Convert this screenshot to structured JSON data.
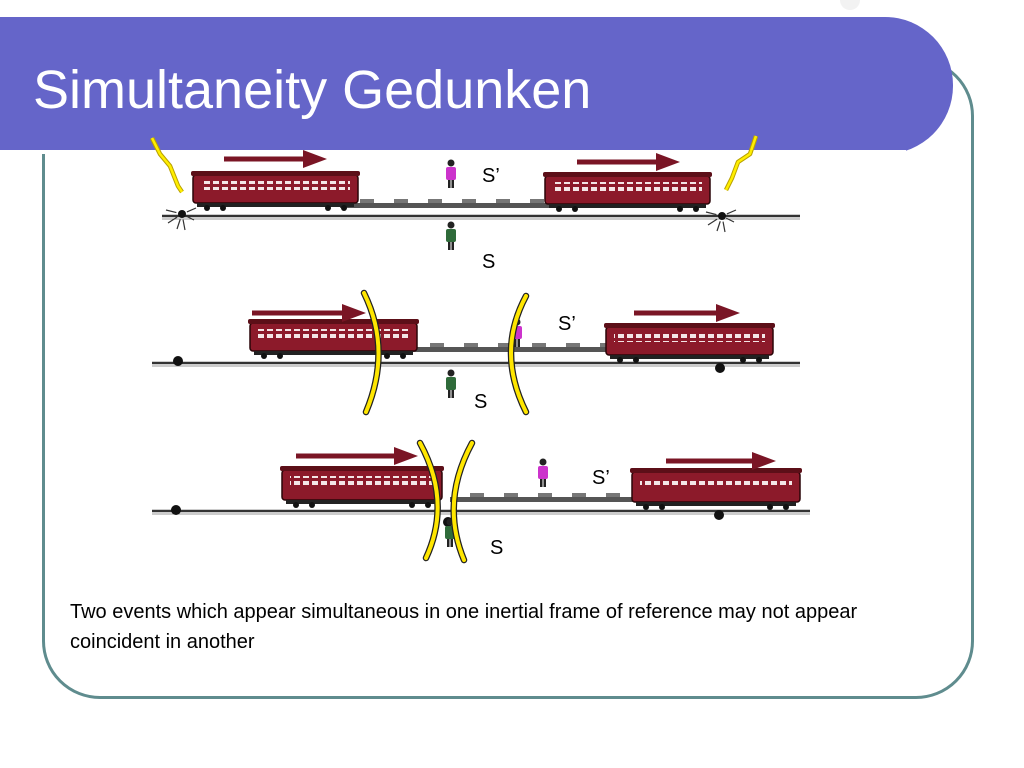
{
  "slide": {
    "title": "Simultaneity Gedunken",
    "caption": "Two events which appear simultaneous in one inertial frame of reference may not appear coincident in another"
  },
  "diagram": {
    "frame_labels": {
      "moving": "S’",
      "rest": "S"
    },
    "panels": [
      {
        "stage": "lightning strikes both ends",
        "moving_label": "S’",
        "rest_label": "S"
      },
      {
        "stage": "light flashes travel toward the center",
        "moving_label": "S’",
        "rest_label": "S"
      },
      {
        "stage": "flashes reach the observer in S",
        "moving_label": "S’",
        "rest_label": "S"
      }
    ],
    "colors": {
      "train": "#8c1a2a",
      "arrow": "#7a1525",
      "lightning": "#ffee00",
      "wavefront": "#ffe600",
      "track": "#333333",
      "moving_observer": "#cc33cc",
      "rest_observer": "#2f6b3a"
    },
    "icons": [
      "lightning-bolt-icon",
      "direction-arrow-icon",
      "person-icon"
    ]
  }
}
